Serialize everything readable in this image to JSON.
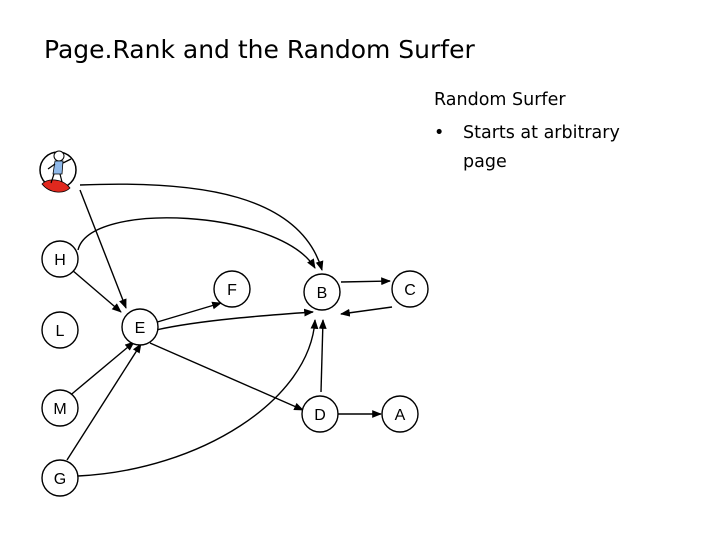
{
  "title": "Page.Rank and the Random Surfer",
  "side_panel": {
    "heading": "Random Surfer",
    "bullets": [
      "Starts at arbitrary page"
    ],
    "bullet_marker": "•"
  },
  "surfer_icon": "surfer-icon",
  "nodes": [
    {
      "id": "H",
      "label": "H"
    },
    {
      "id": "F",
      "label": "F"
    },
    {
      "id": "B",
      "label": "B"
    },
    {
      "id": "C",
      "label": "C"
    },
    {
      "id": "L",
      "label": "L"
    },
    {
      "id": "E",
      "label": "E"
    },
    {
      "id": "M",
      "label": "M"
    },
    {
      "id": "D",
      "label": "D"
    },
    {
      "id": "A",
      "label": "A"
    },
    {
      "id": "G",
      "label": "G"
    }
  ],
  "edges": [
    {
      "from": "surfer",
      "to": "B"
    },
    {
      "from": "H",
      "to": "B"
    },
    {
      "from": "H",
      "to": "E"
    },
    {
      "from": "surfer",
      "to": "E"
    },
    {
      "from": "E",
      "to": "F"
    },
    {
      "from": "E",
      "to": "B"
    },
    {
      "from": "E",
      "to": "D"
    },
    {
      "from": "C",
      "to": "B"
    },
    {
      "from": "B",
      "to": "C"
    },
    {
      "from": "D",
      "to": "B"
    },
    {
      "from": "D",
      "to": "A"
    },
    {
      "from": "M",
      "to": "E"
    },
    {
      "from": "G",
      "to": "E"
    },
    {
      "from": "G",
      "to": "B"
    }
  ]
}
